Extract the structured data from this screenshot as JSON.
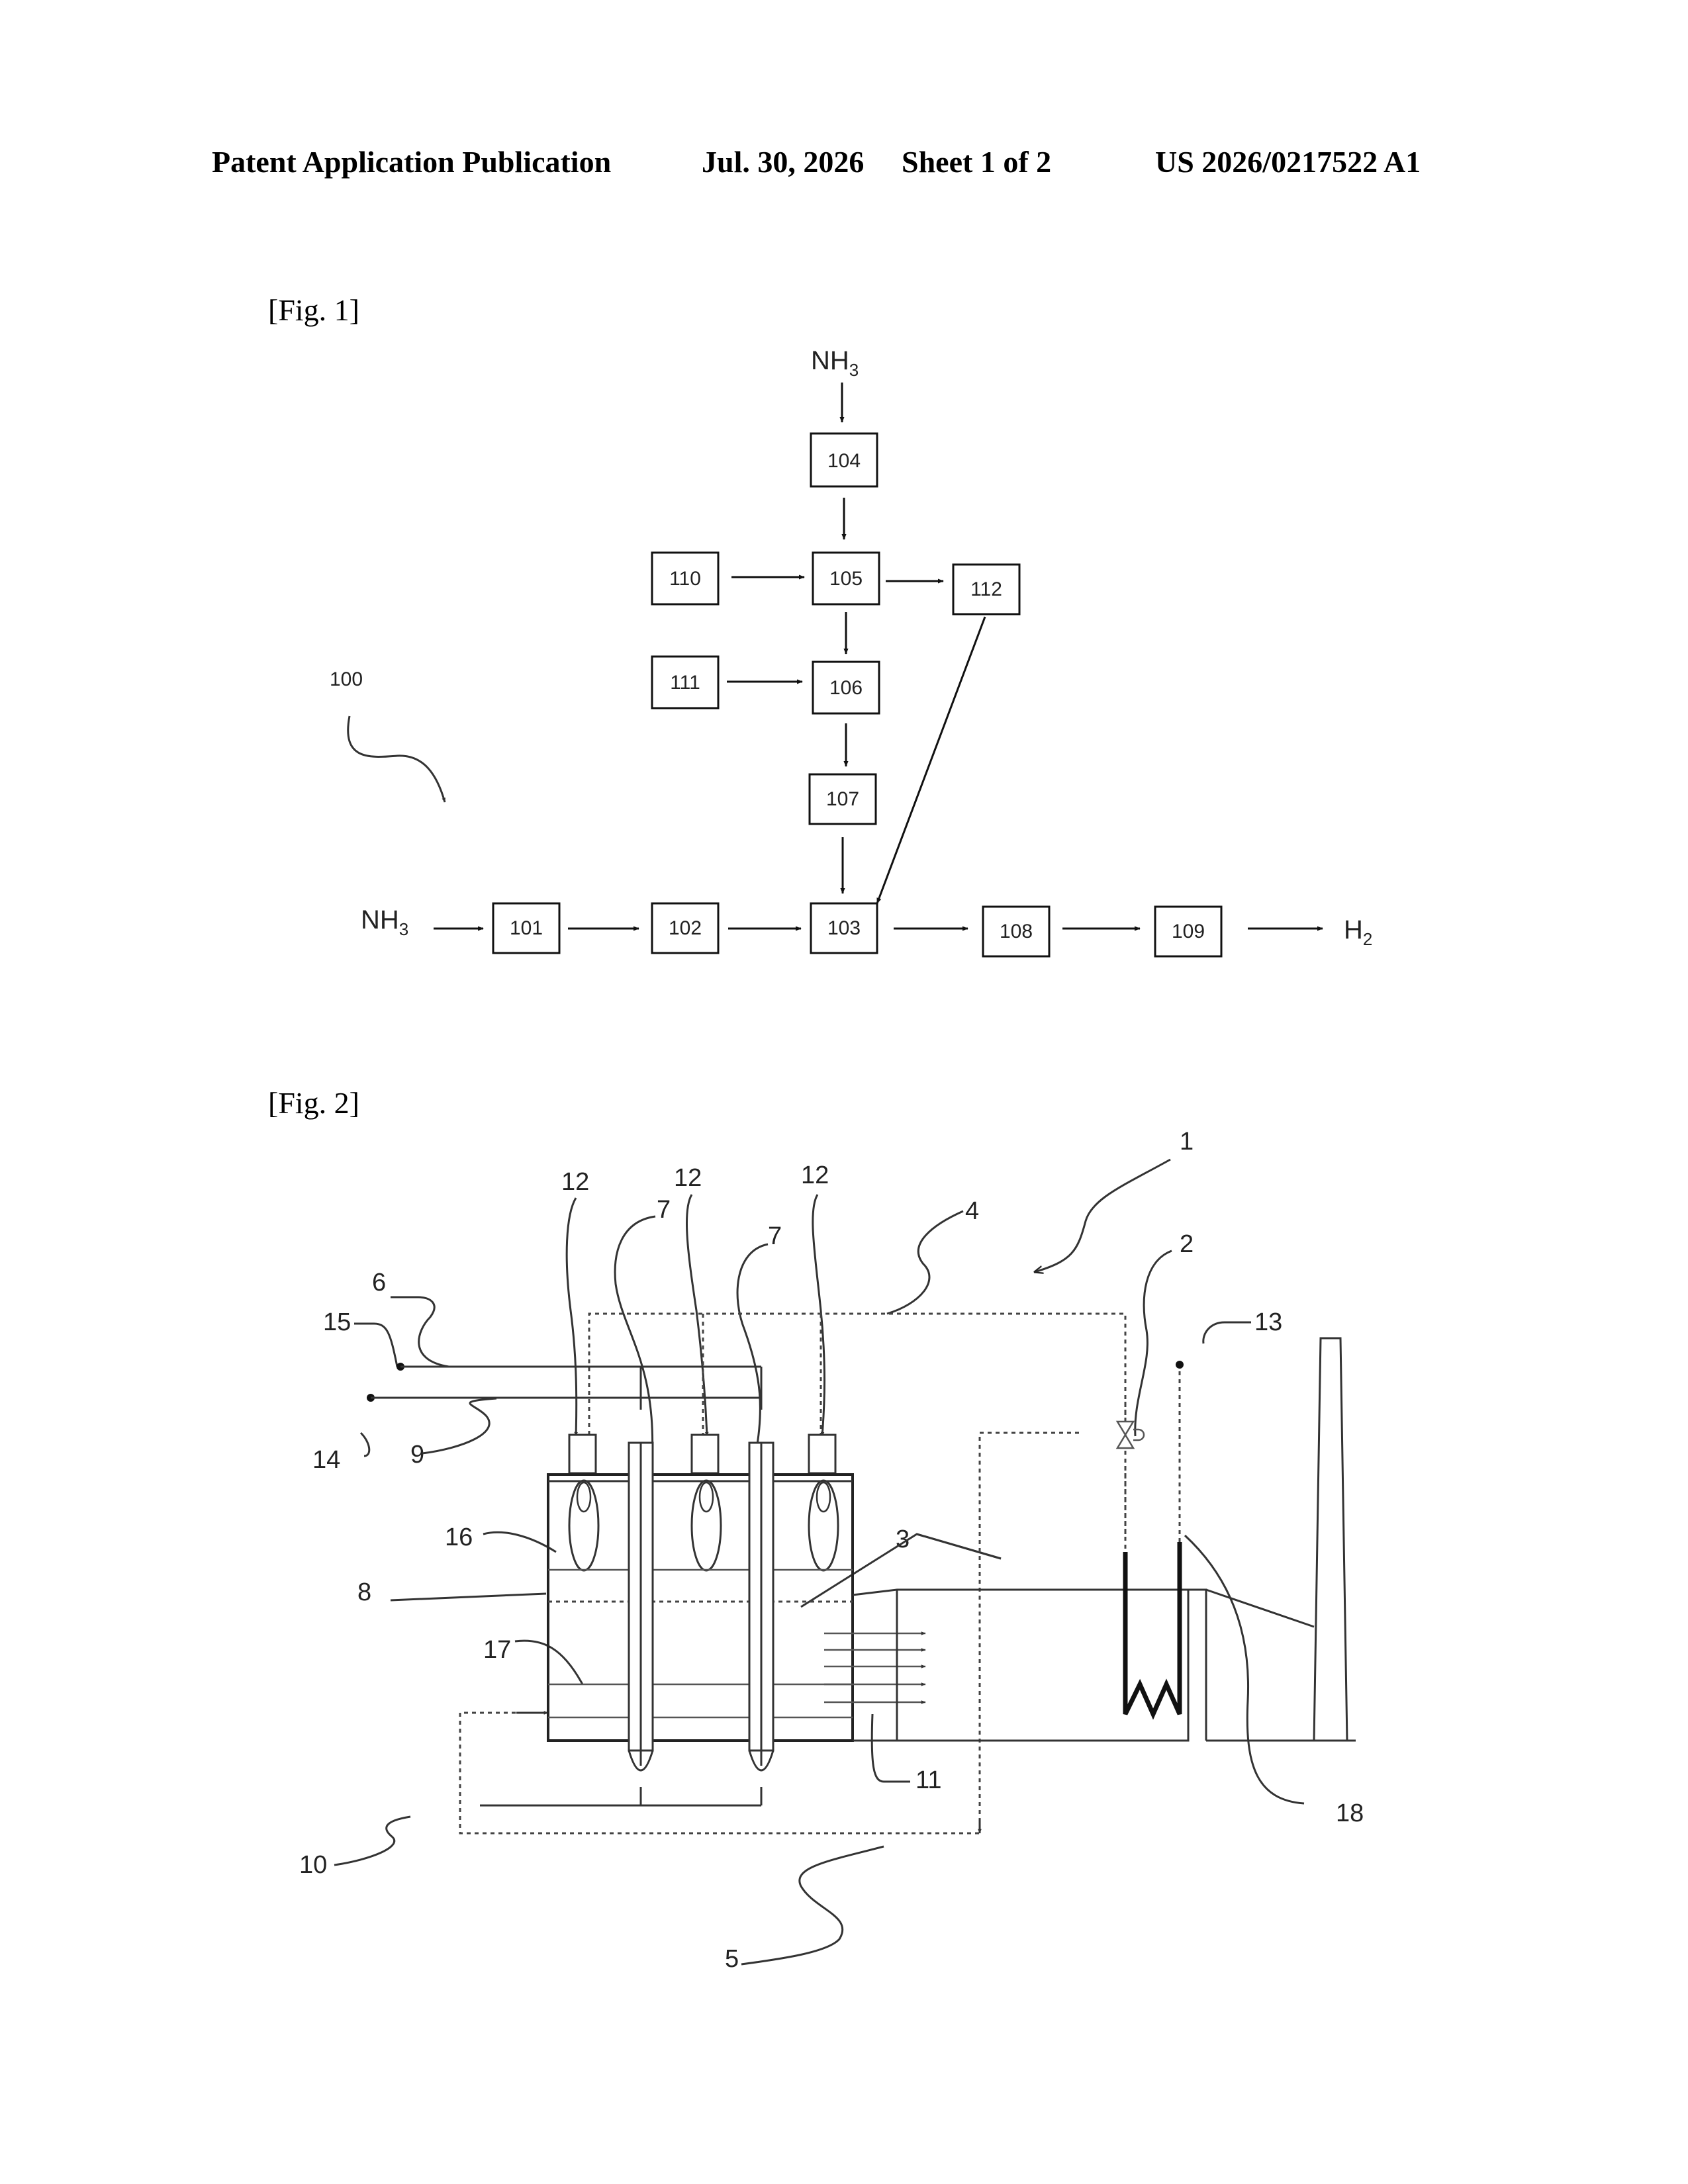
{
  "header": {
    "publication": "Patent Application Publication",
    "date": "Jul. 30, 2026",
    "sheet": "Sheet 1 of 2",
    "number": "US 2026/0217522 A1"
  },
  "fig1": {
    "label": "[Fig. 1]",
    "nh3_base": "NH",
    "nh3_sub": "3",
    "h2_base": "H",
    "h2_sub": "2",
    "ref_100": "100",
    "boxes": {
      "b101": "101",
      "b102": "102",
      "b103": "103",
      "b104": "104",
      "b105": "105",
      "b106": "106",
      "b107": "107",
      "b108": "108",
      "b109": "109",
      "b110": "110",
      "b111": "111",
      "b112": "112"
    }
  },
  "fig2": {
    "label": "[Fig. 2]",
    "refs": {
      "r1": "1",
      "r2": "2",
      "r3": "3",
      "r4": "4",
      "r5": "5",
      "r6": "6",
      "r7a": "7",
      "r7b": "7",
      "r8": "8",
      "r9": "9",
      "r10": "10",
      "r11": "11",
      "r12a": "12",
      "r12b": "12",
      "r12c": "12",
      "r13": "13",
      "r14": "14",
      "r15": "15",
      "r16": "16",
      "r17": "17",
      "r18": "18"
    }
  }
}
